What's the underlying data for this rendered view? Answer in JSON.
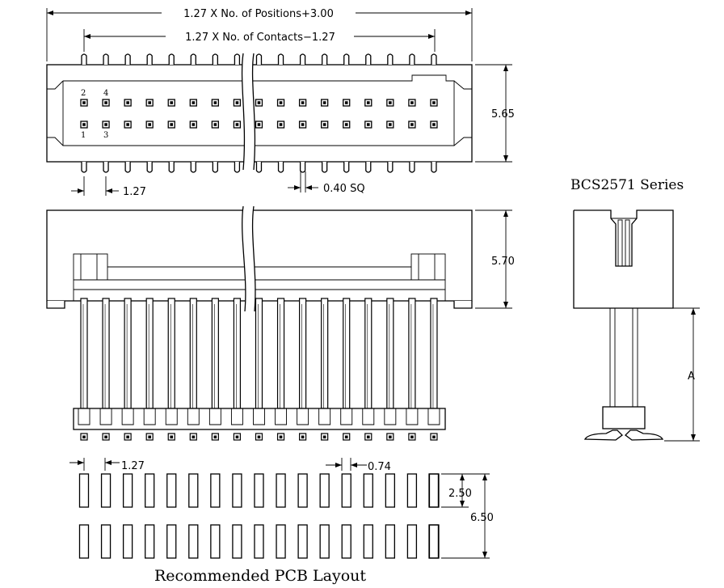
{
  "diagram": {
    "dim_overall_length": "1.27 X No. of Positions+3.00",
    "dim_contacts_length": "1.27 X No. of Contacts−1.27",
    "dim_pitch_top": "1.27",
    "dim_pin_square": "0.40 SQ",
    "dim_height_top": "5.65",
    "dim_height_side": "5.70",
    "pin_label_2": "2",
    "pin_label_4": "4",
    "pin_label_1": "1",
    "pin_label_3": "3",
    "series_title": "BCS2571 Series",
    "dim_A": "A",
    "pcb_pitch": "1.27",
    "pcb_pad_width": "0.74",
    "pcb_pad_length": "2.50",
    "pcb_row_span": "6.50",
    "pcb_title": "Recommended PCB Layout"
  },
  "colors": {
    "line": "#000000",
    "background": "#ffffff"
  }
}
